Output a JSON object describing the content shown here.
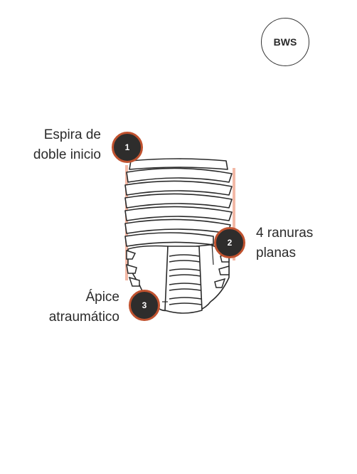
{
  "badge": {
    "text": "BWS"
  },
  "callouts": [
    {
      "number": "1",
      "lines": [
        "Espira de",
        "doble inicio"
      ]
    },
    {
      "number": "2",
      "lines": [
        "4 ranuras",
        "planas"
      ]
    },
    {
      "number": "3",
      "lines": [
        "Ápice",
        "atraumático"
      ]
    }
  ],
  "colors": {
    "accent": "#c0522f",
    "highlight": "#f3b9a6",
    "marker_fill": "#2e2d2c",
    "line": "#2a2a2a"
  }
}
